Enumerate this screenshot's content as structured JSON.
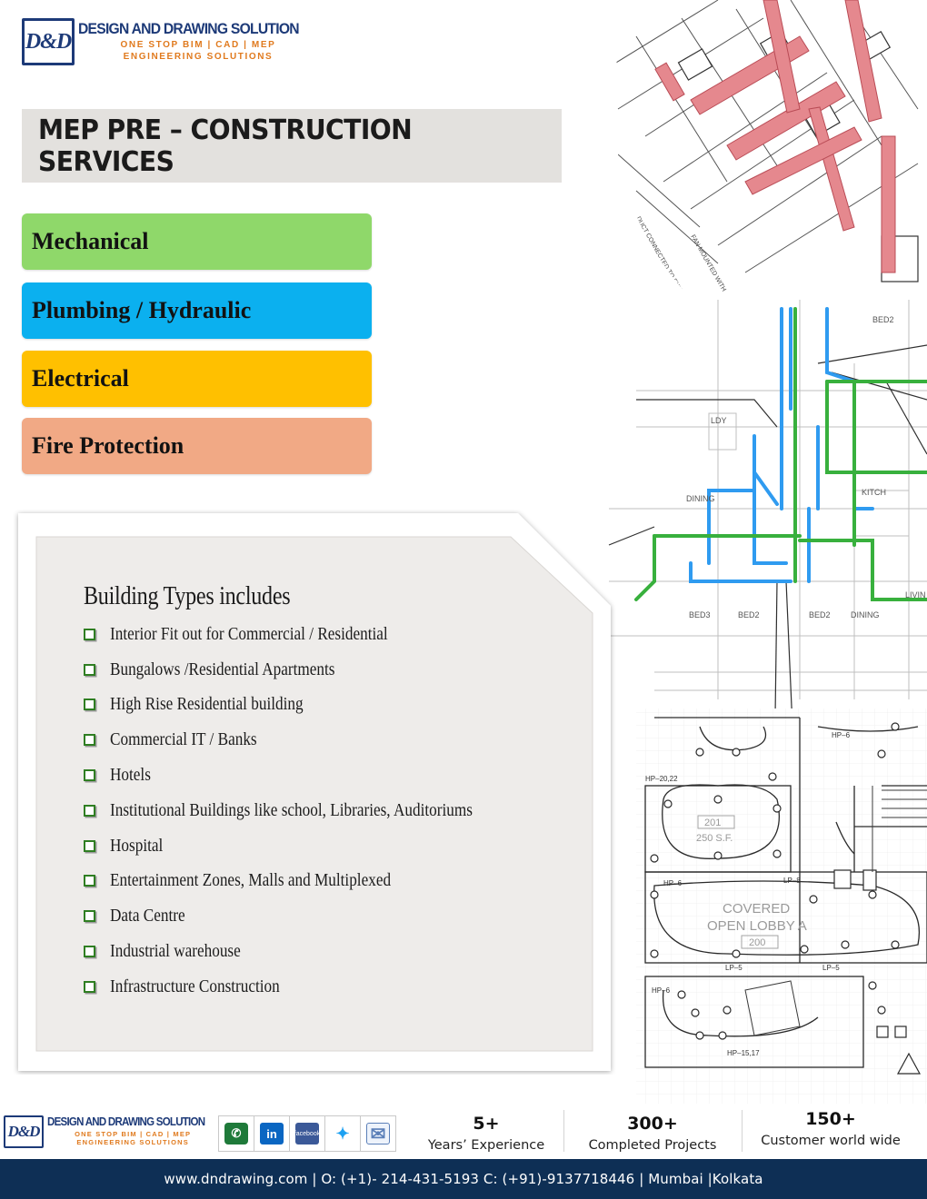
{
  "brand": {
    "name": "DESIGN AND DRAWING SOLUTION",
    "mark": "D&D",
    "tagline_line1": "ONE STOP BIM | CAD | MEP",
    "tagline_line2": "ENGINEERING SOLUTIONS",
    "colors": {
      "navy": "#1d3a78",
      "orange": "#e07a1e"
    }
  },
  "title": "MEP PRE – CONSTRUCTION SERVICES",
  "services": [
    {
      "label": "Mechanical",
      "color": "#8fd86a"
    },
    {
      "label": "Plumbing / Hydraulic",
      "color": "#0bb0ef"
    },
    {
      "label": "Electrical",
      "color": "#ffc000"
    },
    {
      "label": "Fire Protection",
      "color": "#f1a985"
    }
  ],
  "building_types": {
    "heading": "Building Types includes",
    "items": [
      "Interior Fit out for Commercial / Residential",
      "Bungalows /Residential Apartments",
      "High Rise Residential building",
      "Commercial IT / Banks",
      "Hotels",
      "Institutional Buildings like school, Libraries, Auditoriums",
      "Hospital",
      "Entertainment Zones, Malls and Multiplexed",
      "Data Centre",
      "Industrial warehouse",
      "Infrastructure Construction"
    ]
  },
  "drawing_labels": {
    "bed2": "BED2",
    "bed3": "BED3",
    "dining": "DINING",
    "kitch": "KITCH",
    "ldy": "LDY",
    "living": "LIVIN",
    "covered": "COVERED",
    "open_lobby": "OPEN LOBBY A",
    "room_num": "201",
    "room_area": "250 S.F.",
    "lobby_num": "200",
    "hp6": "HP–6",
    "lp5": "LP–5",
    "lp8": "LP–8",
    "hp2022": "HP–20,22",
    "hp1517": "HP–15,17"
  },
  "social": [
    {
      "name": "whatsapp",
      "glyph": "✆",
      "color": "#1f7a3a"
    },
    {
      "name": "linkedin",
      "glyph": "in",
      "color": "#0a66c2"
    },
    {
      "name": "facebook",
      "glyph": "facebook",
      "color": "#3b5998"
    },
    {
      "name": "twitter",
      "glyph": "✦",
      "color": "#1da1f2"
    },
    {
      "name": "email",
      "glyph": "✉",
      "color": "#5b7fb8"
    }
  ],
  "stats": [
    {
      "value": "5+",
      "label": "Years’ Experience"
    },
    {
      "value": "300+",
      "label": "Completed  Projects"
    },
    {
      "value": "150+",
      "label": "Customer world wide"
    }
  ],
  "footer": "www.dndrawing.com  | O: (+1)- 214-431-5193 C: (+91)-9137718446 | Mumbai |Kolkata"
}
